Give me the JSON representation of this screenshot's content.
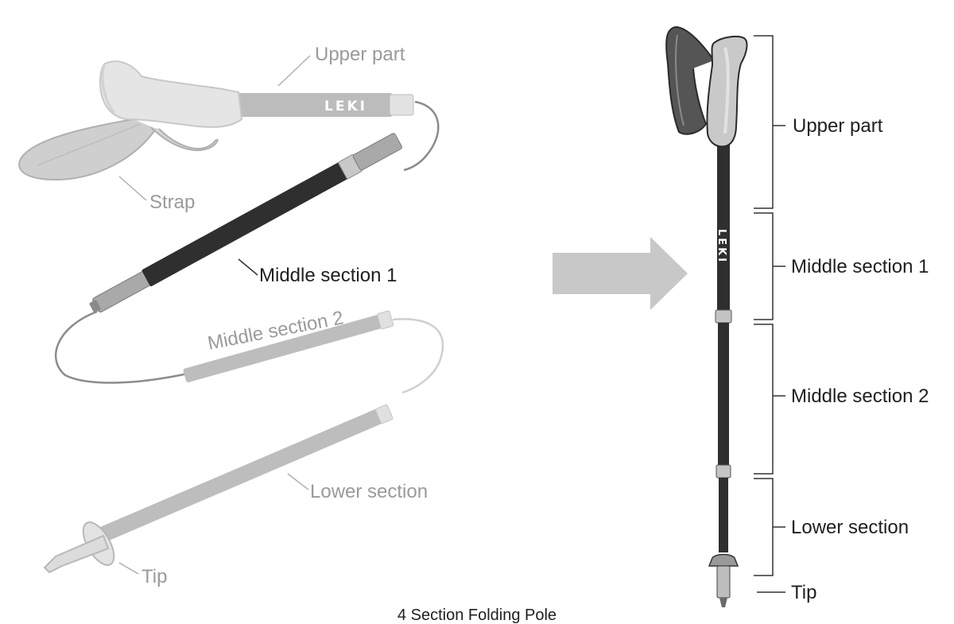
{
  "brand": "LEKI",
  "caption": "4 Section Folding Pole",
  "folded": {
    "upper_label": "Upper part",
    "strap_label": "Strap",
    "middle1_label": "Middle section 1",
    "middle2_label": "Middle section 2",
    "lower_label": "Lower section",
    "tip_label": "Tip"
  },
  "assembled": {
    "upper_label": "Upper part",
    "middle1_label": "Middle section 1",
    "middle2_label": "Middle section 2",
    "lower_label": "Lower section",
    "tip_label": "Tip"
  },
  "colors": {
    "dark_section": "#2f2f2f",
    "grey_section": "#b9b9b9",
    "ferrule": "#c9c9c9",
    "arrow": "#c8c8c8",
    "text_grey": "#9a9a9a",
    "text_dark": "#1f1f1f"
  }
}
